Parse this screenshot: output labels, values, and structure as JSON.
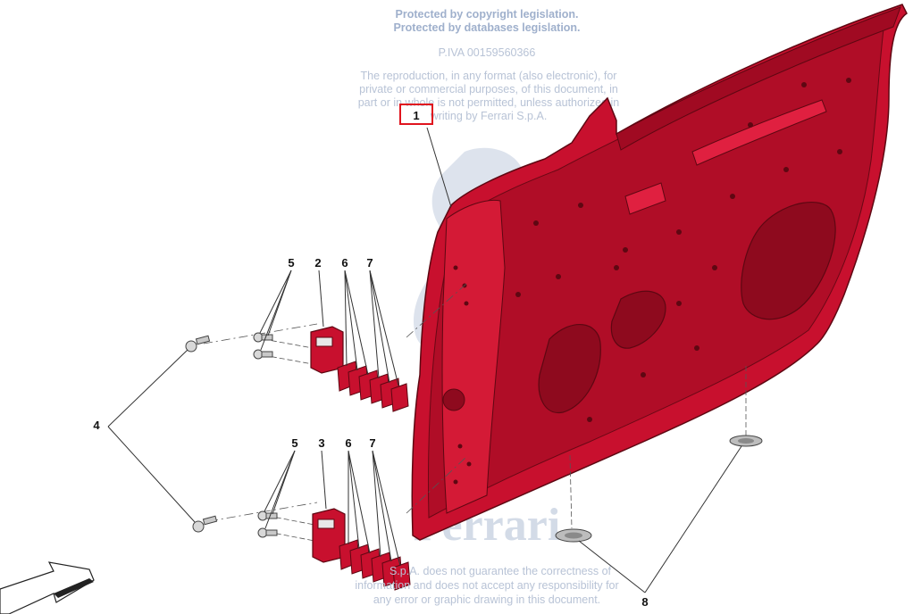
{
  "watermark": {
    "line1": "Protected by copyright legislation.",
    "line2": "Protected by databases legislation.",
    "piva": "P.IVA 00159560366",
    "notice": "The reproduction, in any format (also electronic), for private or commercial purposes, of this document, in part or in whole is not permitted, unless authorized in writing by Ferrari S.p.A.",
    "brand": "Ferrari",
    "disclaimer_line1": "S.p.A. does not guarantee the correctness of",
    "disclaimer_line2": "information and does not accept any responsibility for",
    "disclaimer_line3": "any error or graphic drawing in this document."
  },
  "callouts": [
    {
      "id": "1",
      "label": "1",
      "selected": true
    },
    {
      "id": "2",
      "label": "2"
    },
    {
      "id": "3",
      "label": "3"
    },
    {
      "id": "4",
      "label": "4"
    },
    {
      "id": "5a",
      "label": "5"
    },
    {
      "id": "5b",
      "label": "5"
    },
    {
      "id": "6a",
      "label": "6"
    },
    {
      "id": "6b",
      "label": "6"
    },
    {
      "id": "7a",
      "label": "7"
    },
    {
      "id": "7b",
      "label": "7"
    },
    {
      "id": "8",
      "label": "8"
    }
  ],
  "colors": {
    "door_panel": "#c8102e",
    "door_shade": "#8e0a1e",
    "bracket": "#c8102e",
    "selection_box": "#e0141e",
    "watermark": "#b8c3d6"
  }
}
